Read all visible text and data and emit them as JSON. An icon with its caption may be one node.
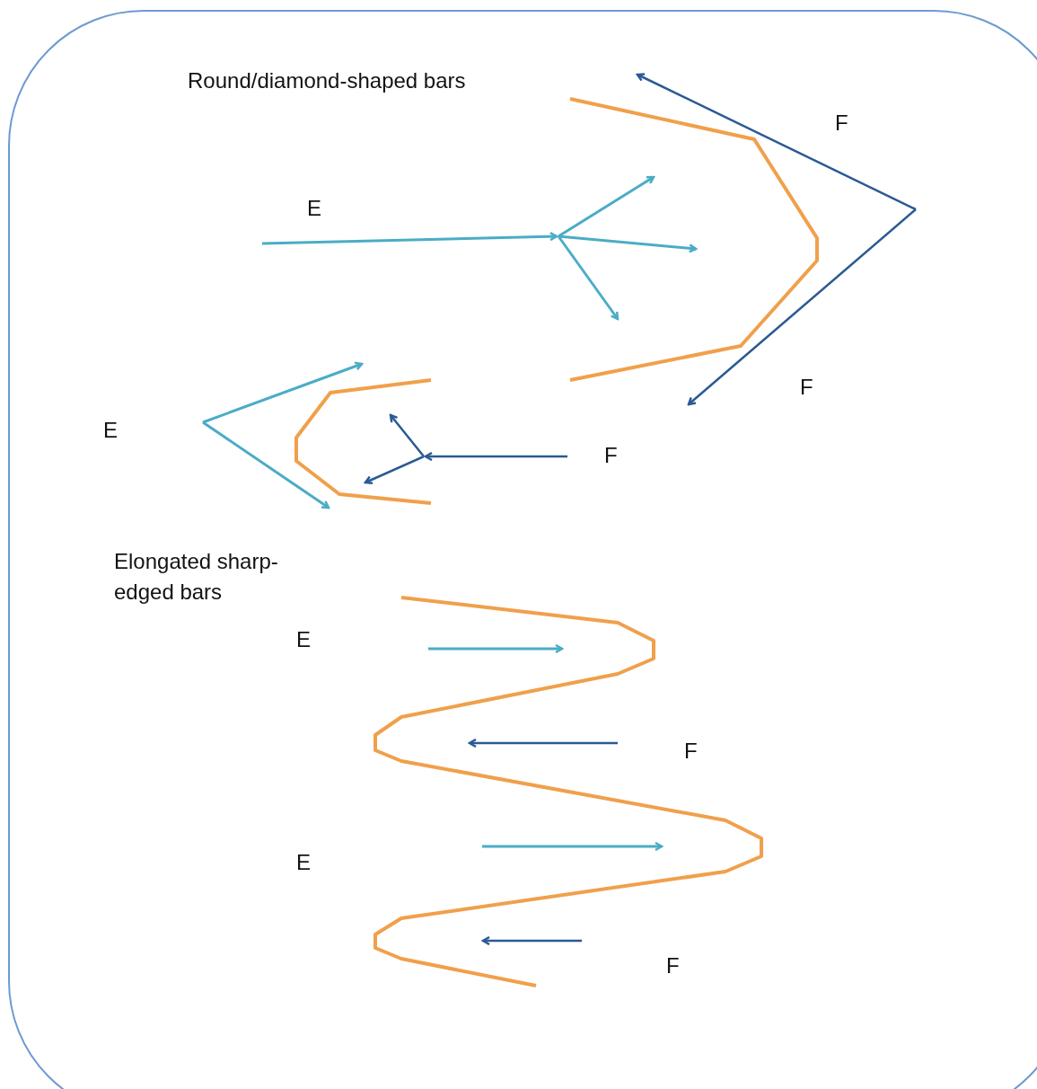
{
  "diagram": {
    "labels": [
      "Round/diamond-shaped bars",
      "F",
      "E",
      "F",
      "E",
      "F",
      "Elongated sharp-edged bars",
      "E",
      "F",
      "E",
      "F"
    ]
  }
}
